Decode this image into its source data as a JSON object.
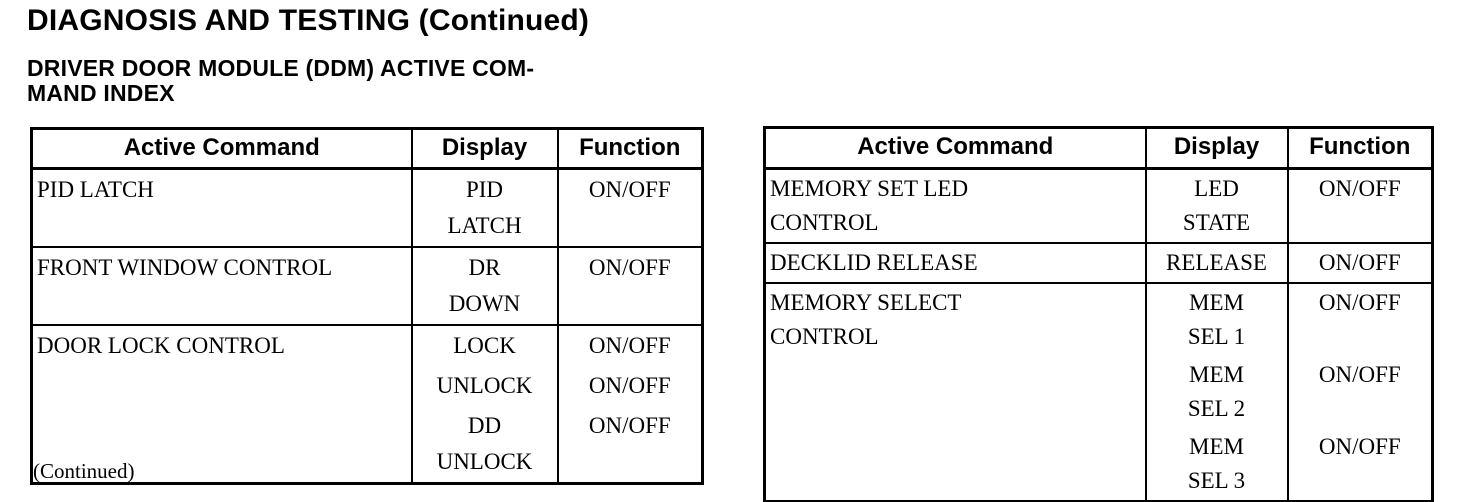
{
  "page": {
    "title": "DIAGNOSIS AND TESTING (Continued)",
    "subtitle": "DRIVER DOOR MODULE (DDM) ACTIVE COM-\nMAND INDEX",
    "continued_note": "(Continued)"
  },
  "left_table": {
    "headers": [
      "Active Command",
      "Display",
      "Function"
    ],
    "rows": {
      "pid_latch": {
        "command": "PID LATCH",
        "display": [
          "PID",
          "LATCH"
        ],
        "function": "ON/OFF"
      },
      "front_window": {
        "command": "FRONT WINDOW CONTROL",
        "display": [
          "DR",
          "DOWN"
        ],
        "function": "ON/OFF"
      },
      "door_lock": {
        "command": "DOOR LOCK CONTROL",
        "entries": [
          {
            "display": [
              "LOCK"
            ],
            "function": "ON/OFF"
          },
          {
            "display": [
              "UNLOCK"
            ],
            "function": "ON/OFF"
          },
          {
            "display": [
              "DD",
              "UNLOCK"
            ],
            "function": "ON/OFF"
          }
        ]
      }
    }
  },
  "right_table": {
    "headers": [
      "Active Command",
      "Display",
      "Function"
    ],
    "rows": {
      "memory_set_led": {
        "command": [
          "MEMORY SET LED",
          "CONTROL"
        ],
        "display": [
          "LED",
          "STATE"
        ],
        "function": "ON/OFF"
      },
      "decklid_release": {
        "command": "DECKLID RELEASE",
        "display": [
          "RELEASE"
        ],
        "function": "ON/OFF"
      },
      "memory_select": {
        "command": [
          "MEMORY SELECT",
          "CONTROL"
        ],
        "entries": [
          {
            "display": [
              "MEM",
              "SEL 1"
            ],
            "function": "ON/OFF"
          },
          {
            "display": [
              "MEM",
              "SEL 2"
            ],
            "function": "ON/OFF"
          },
          {
            "display": [
              "MEM",
              "SEL 3"
            ],
            "function": "ON/OFF"
          }
        ]
      }
    }
  }
}
